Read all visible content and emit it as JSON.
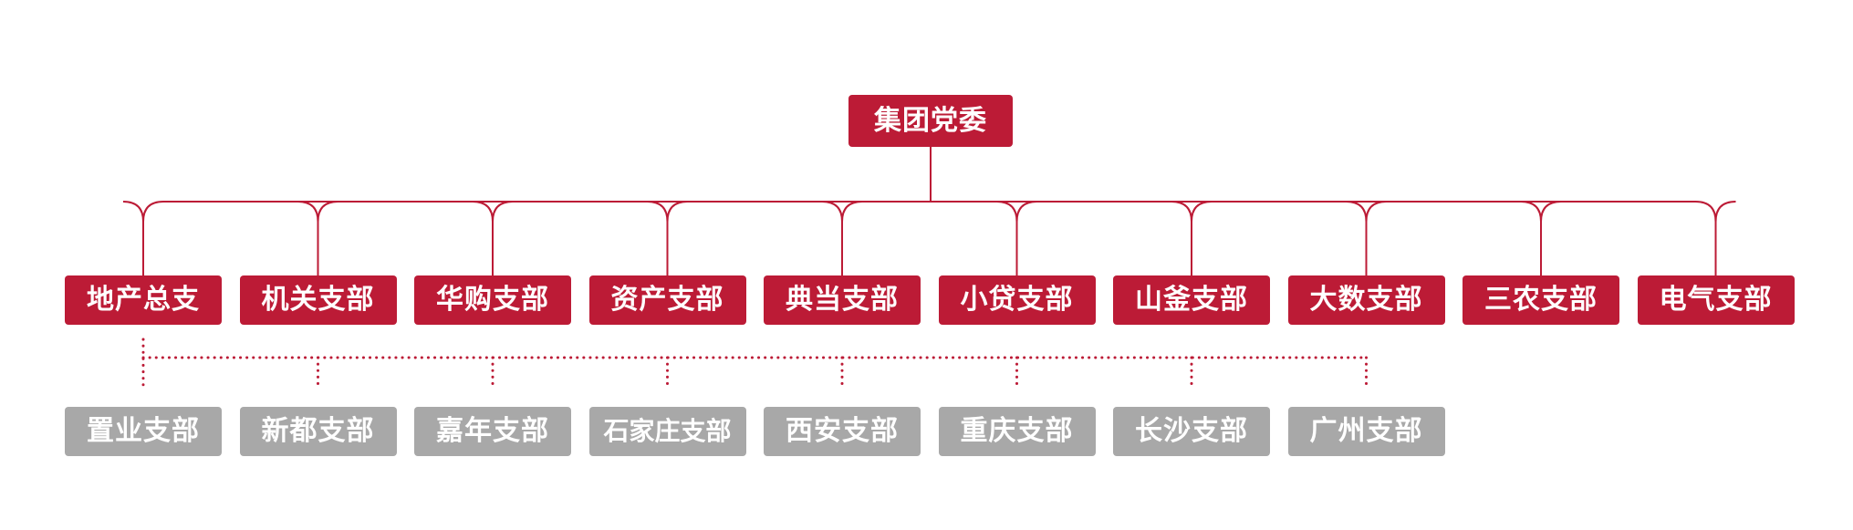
{
  "colors": {
    "party_red": "#bc1b36",
    "subsidiary_gray": "#a8a8a8",
    "text": "#ffffff"
  },
  "root": {
    "label": "集团党委"
  },
  "branches": [
    {
      "label": "地产总支"
    },
    {
      "label": "机关支部"
    },
    {
      "label": "华购支部"
    },
    {
      "label": "资产支部"
    },
    {
      "label": "典当支部"
    },
    {
      "label": "小贷支部"
    },
    {
      "label": "山釜支部"
    },
    {
      "label": "大数支部"
    },
    {
      "label": "三农支部"
    },
    {
      "label": "电气支部"
    }
  ],
  "sub_branches": [
    {
      "label": "置业支部"
    },
    {
      "label": "新都支部"
    },
    {
      "label": "嘉年支部"
    },
    {
      "label": "石家庄支部"
    },
    {
      "label": "西安支部"
    },
    {
      "label": "重庆支部"
    },
    {
      "label": "长沙支部"
    },
    {
      "label": "广州支部"
    }
  ]
}
